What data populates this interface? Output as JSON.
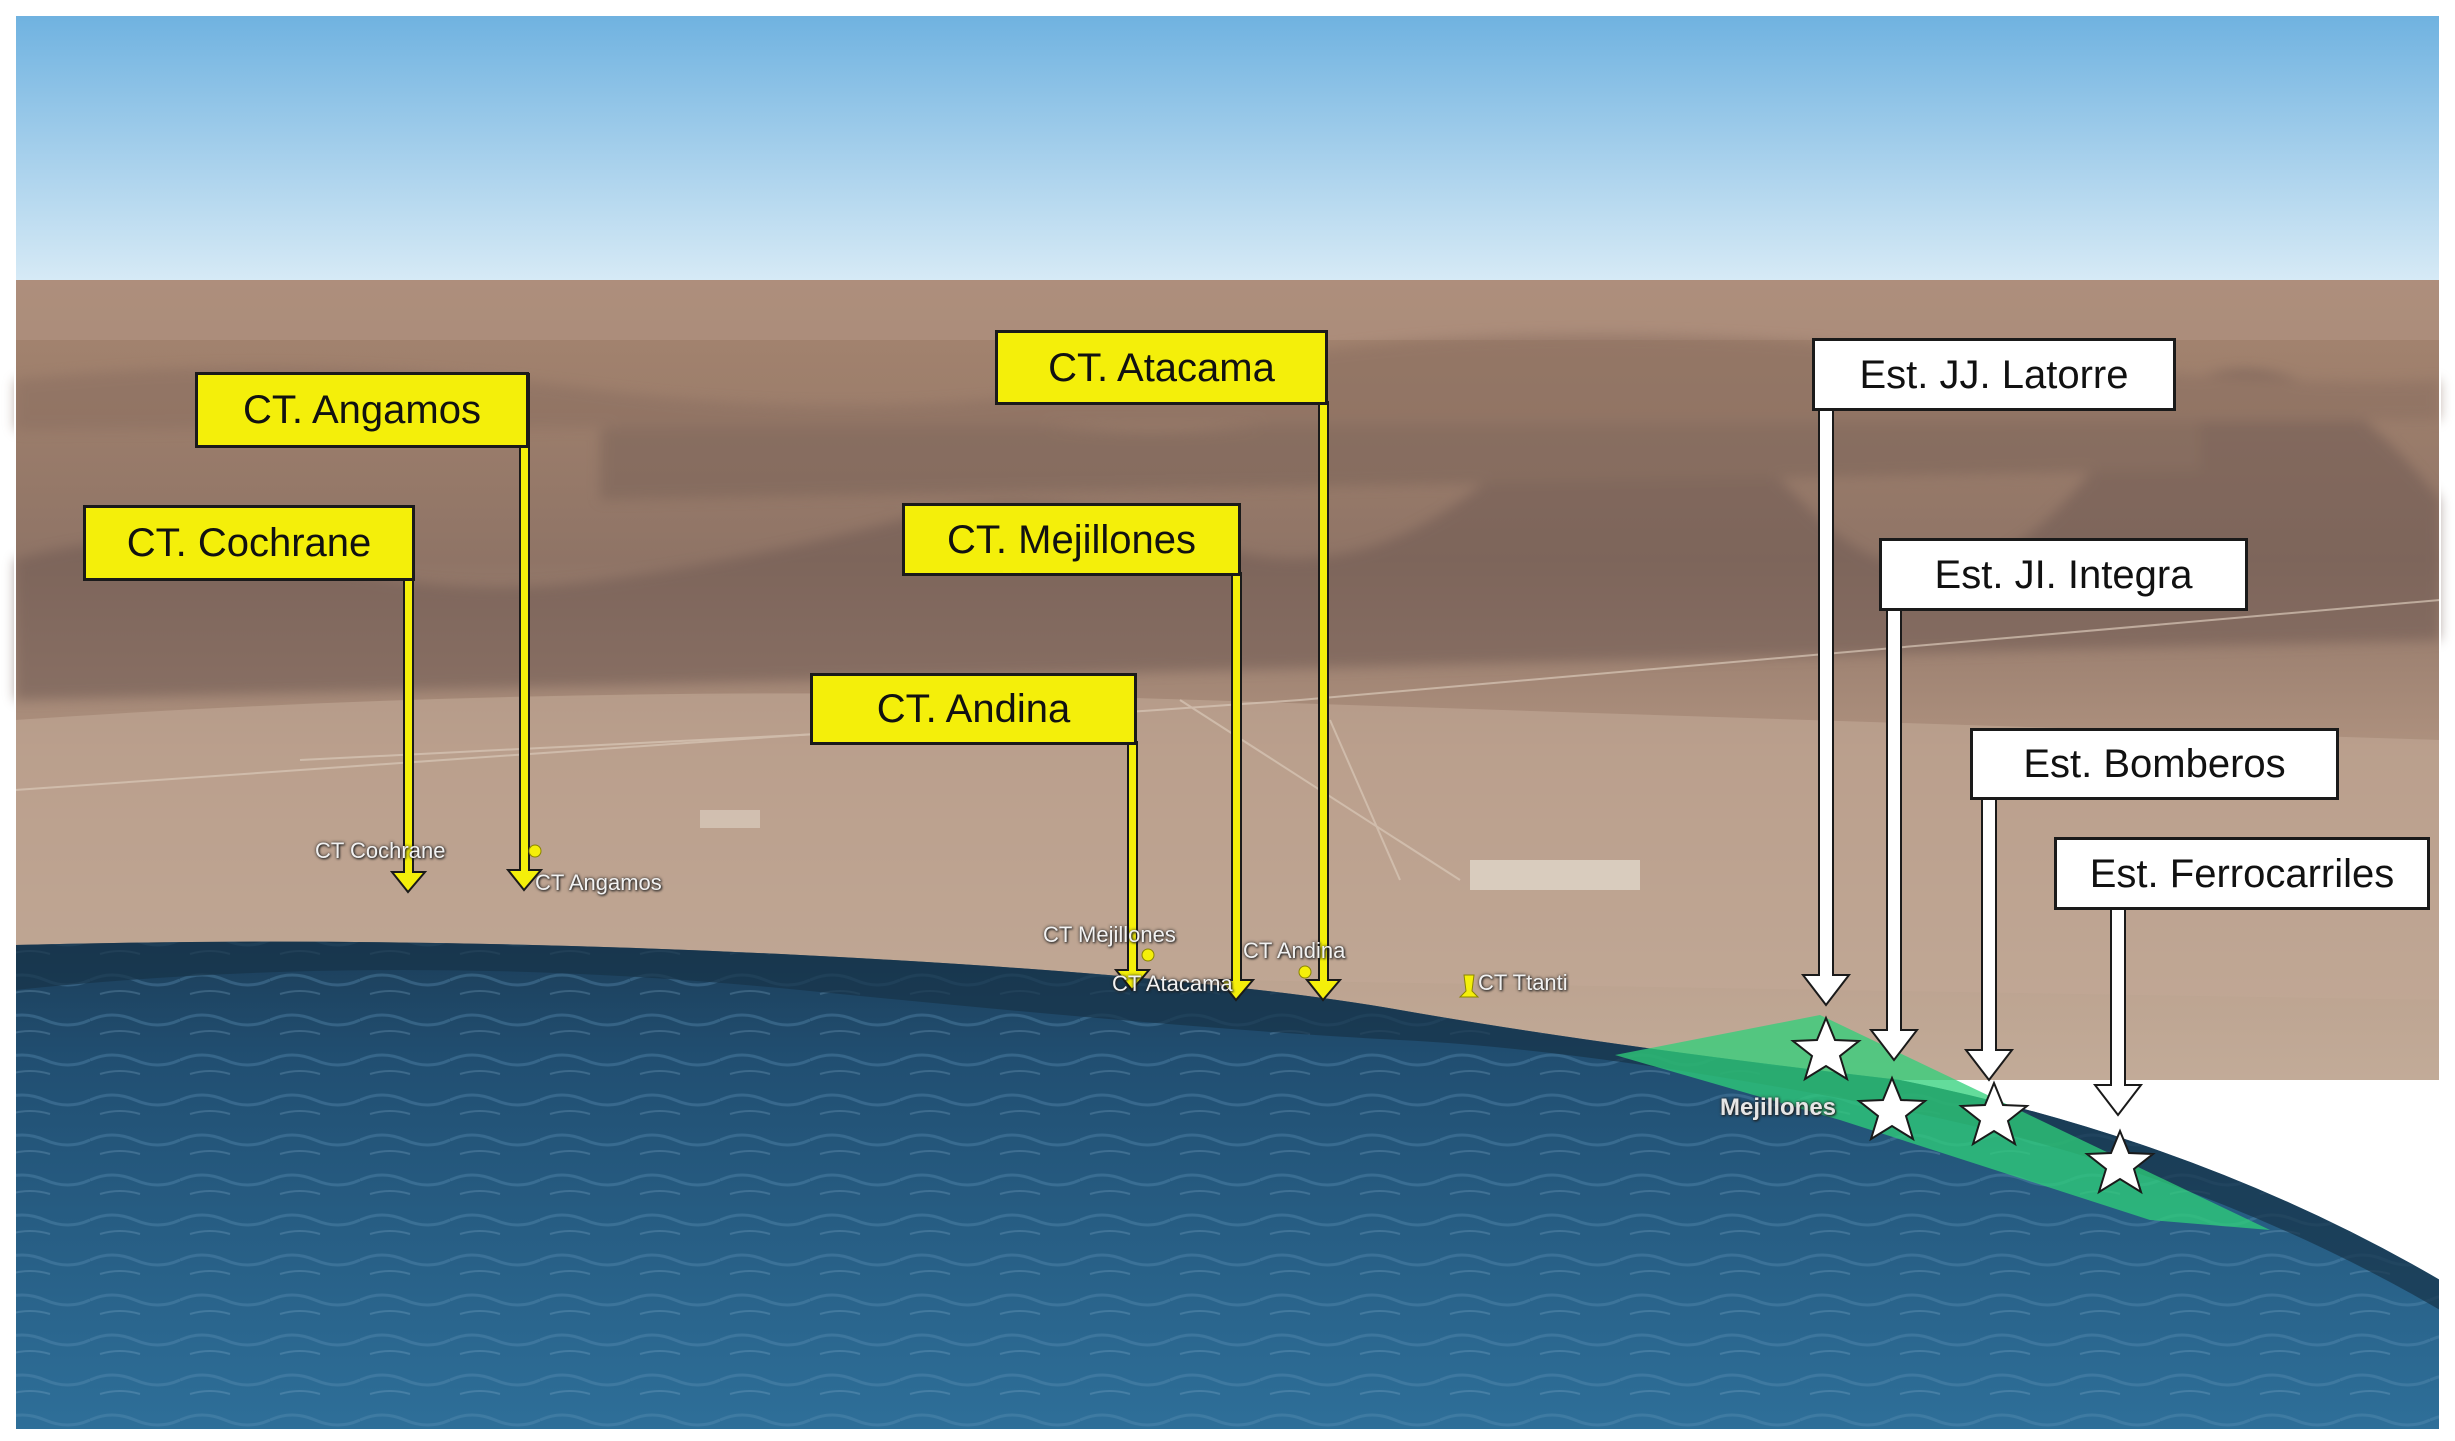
{
  "colors": {
    "plant_callout_fill": "#f4ef0a",
    "station_callout_fill": "#ffffff",
    "study_area_fill": "#2fd07a",
    "sea": "#1f4f73",
    "land": "#a7846c",
    "sky_top": "#6fb2e0",
    "sky_bottom": "#dcedf7"
  },
  "power_plants": [
    {
      "id": "cochrane",
      "label": "CT. Cochrane"
    },
    {
      "id": "angamos",
      "label": "CT. Angamos"
    },
    {
      "id": "atacama",
      "label": "CT. Atacama"
    },
    {
      "id": "mejillones",
      "label": "CT. Mejillones"
    },
    {
      "id": "andina",
      "label": "CT. Andina"
    }
  ],
  "stations": [
    {
      "id": "latorre",
      "label": "Est. JJ. Latorre",
      "icon": "star-icon"
    },
    {
      "id": "integra",
      "label": "Est. JI. Integra",
      "icon": "star-icon"
    },
    {
      "id": "bomberos",
      "label": "Est. Bomberos",
      "icon": "star-icon"
    },
    {
      "id": "ferrocarriles",
      "label": "Est. Ferrocarriles",
      "icon": "star-icon"
    }
  ],
  "map_labels": {
    "cochrane": "CT Cochrane",
    "angamos": "CT Angamos",
    "mejillones": "CT Mejillones",
    "andina": "CT Andina",
    "atacama": "CT Atacama",
    "ttanti": "CT Ttanti",
    "town": "Mejillones"
  }
}
